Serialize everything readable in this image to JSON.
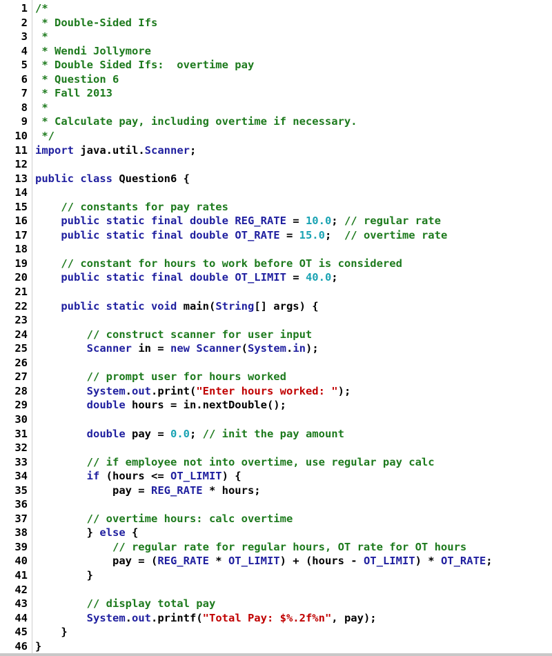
{
  "editor": {
    "language": "java",
    "colors": {
      "keyword": "#1f1f9f",
      "comment": "#1d7a1d",
      "string": "#c00000",
      "number": "#1aa3b3",
      "class": "#1f1f9f",
      "field": "#1f1f9f",
      "plain": "#000000"
    },
    "lines": [
      {
        "n": "1",
        "tokens": [
          [
            "cm",
            "/*"
          ]
        ]
      },
      {
        "n": "2",
        "tokens": [
          [
            "cm",
            " * Double-Sided Ifs"
          ]
        ]
      },
      {
        "n": "3",
        "tokens": [
          [
            "cm",
            " *"
          ]
        ]
      },
      {
        "n": "4",
        "tokens": [
          [
            "cm",
            " * Wendi Jollymore"
          ]
        ]
      },
      {
        "n": "5",
        "tokens": [
          [
            "cm",
            " * Double Sided Ifs:  overtime pay"
          ]
        ]
      },
      {
        "n": "6",
        "tokens": [
          [
            "cm",
            " * Question 6"
          ]
        ]
      },
      {
        "n": "7",
        "tokens": [
          [
            "cm",
            " * Fall 2013"
          ]
        ]
      },
      {
        "n": "8",
        "tokens": [
          [
            "cm",
            " *"
          ]
        ]
      },
      {
        "n": "9",
        "tokens": [
          [
            "cm",
            " * Calculate pay, including overtime if necessary."
          ]
        ]
      },
      {
        "n": "10",
        "tokens": [
          [
            "cm",
            " */"
          ]
        ]
      },
      {
        "n": "11",
        "tokens": [
          [
            "kw",
            "import"
          ],
          [
            "id",
            " java.util."
          ],
          [
            "cls",
            "Scanner"
          ],
          [
            "id",
            ";"
          ]
        ]
      },
      {
        "n": "12",
        "tokens": []
      },
      {
        "n": "13",
        "tokens": [
          [
            "kw",
            "public class"
          ],
          [
            "id",
            " Question6 {"
          ]
        ]
      },
      {
        "n": "14",
        "tokens": []
      },
      {
        "n": "15",
        "tokens": [
          [
            "id",
            "    "
          ],
          [
            "cm",
            "// constants for pay rates"
          ]
        ]
      },
      {
        "n": "16",
        "tokens": [
          [
            "id",
            "    "
          ],
          [
            "kw",
            "public static final double"
          ],
          [
            "id",
            " "
          ],
          [
            "fld",
            "REG_RATE"
          ],
          [
            "id",
            " = "
          ],
          [
            "num",
            "10.0"
          ],
          [
            "id",
            "; "
          ],
          [
            "cm",
            "// regular rate"
          ]
        ]
      },
      {
        "n": "17",
        "tokens": [
          [
            "id",
            "    "
          ],
          [
            "kw",
            "public static final double"
          ],
          [
            "id",
            " "
          ],
          [
            "fld",
            "OT_RATE"
          ],
          [
            "id",
            " = "
          ],
          [
            "num",
            "15.0"
          ],
          [
            "id",
            ";  "
          ],
          [
            "cm",
            "// overtime rate"
          ]
        ]
      },
      {
        "n": "18",
        "tokens": []
      },
      {
        "n": "19",
        "tokens": [
          [
            "id",
            "    "
          ],
          [
            "cm",
            "// constant for hours to work before OT is considered"
          ]
        ]
      },
      {
        "n": "20",
        "tokens": [
          [
            "id",
            "    "
          ],
          [
            "kw",
            "public static final double"
          ],
          [
            "id",
            " "
          ],
          [
            "fld",
            "OT_LIMIT"
          ],
          [
            "id",
            " = "
          ],
          [
            "num",
            "40.0"
          ],
          [
            "id",
            ";"
          ]
        ]
      },
      {
        "n": "21",
        "tokens": []
      },
      {
        "n": "22",
        "tokens": [
          [
            "id",
            "    "
          ],
          [
            "kw",
            "public static void"
          ],
          [
            "id",
            " main("
          ],
          [
            "cls",
            "String"
          ],
          [
            "id",
            "[] args) {"
          ]
        ]
      },
      {
        "n": "23",
        "tokens": []
      },
      {
        "n": "24",
        "tokens": [
          [
            "id",
            "        "
          ],
          [
            "cm",
            "// construct scanner for user input"
          ]
        ]
      },
      {
        "n": "25",
        "tokens": [
          [
            "id",
            "        "
          ],
          [
            "cls",
            "Scanner"
          ],
          [
            "id",
            " in = "
          ],
          [
            "kw",
            "new"
          ],
          [
            "id",
            " "
          ],
          [
            "cls",
            "Scanner"
          ],
          [
            "id",
            "("
          ],
          [
            "cls",
            "System"
          ],
          [
            "id",
            "."
          ],
          [
            "fld",
            "in"
          ],
          [
            "id",
            ");"
          ]
        ]
      },
      {
        "n": "26",
        "tokens": []
      },
      {
        "n": "27",
        "tokens": [
          [
            "id",
            "        "
          ],
          [
            "cm",
            "// prompt user for hours worked"
          ]
        ]
      },
      {
        "n": "28",
        "tokens": [
          [
            "id",
            "        "
          ],
          [
            "cls",
            "System"
          ],
          [
            "id",
            "."
          ],
          [
            "fld",
            "out"
          ],
          [
            "id",
            ".print("
          ],
          [
            "str",
            "\"Enter hours worked: \""
          ],
          [
            "id",
            ");"
          ]
        ]
      },
      {
        "n": "29",
        "tokens": [
          [
            "id",
            "        "
          ],
          [
            "kw",
            "double"
          ],
          [
            "id",
            " hours = in.nextDouble();"
          ]
        ]
      },
      {
        "n": "30",
        "tokens": []
      },
      {
        "n": "31",
        "tokens": [
          [
            "id",
            "        "
          ],
          [
            "kw",
            "double"
          ],
          [
            "id",
            " pay = "
          ],
          [
            "num",
            "0.0"
          ],
          [
            "id",
            "; "
          ],
          [
            "cm",
            "// init the pay amount"
          ]
        ]
      },
      {
        "n": "32",
        "tokens": []
      },
      {
        "n": "33",
        "tokens": [
          [
            "id",
            "        "
          ],
          [
            "cm",
            "// if employee not into overtime, use regular pay calc"
          ]
        ]
      },
      {
        "n": "34",
        "tokens": [
          [
            "id",
            "        "
          ],
          [
            "kw",
            "if"
          ],
          [
            "id",
            " (hours <= "
          ],
          [
            "fld",
            "OT_LIMIT"
          ],
          [
            "id",
            ") {"
          ]
        ]
      },
      {
        "n": "35",
        "tokens": [
          [
            "id",
            "            pay = "
          ],
          [
            "fld",
            "REG_RATE"
          ],
          [
            "id",
            " * hours;"
          ]
        ]
      },
      {
        "n": "36",
        "tokens": []
      },
      {
        "n": "37",
        "tokens": [
          [
            "id",
            "        "
          ],
          [
            "cm",
            "// overtime hours: calc overtime"
          ]
        ]
      },
      {
        "n": "38",
        "tokens": [
          [
            "id",
            "        } "
          ],
          [
            "kw",
            "else"
          ],
          [
            "id",
            " {"
          ]
        ]
      },
      {
        "n": "39",
        "tokens": [
          [
            "id",
            "            "
          ],
          [
            "cm",
            "// regular rate for regular hours, OT rate for OT hours"
          ]
        ]
      },
      {
        "n": "40",
        "tokens": [
          [
            "id",
            "            pay = ("
          ],
          [
            "fld",
            "REG_RATE"
          ],
          [
            "id",
            " * "
          ],
          [
            "fld",
            "OT_LIMIT"
          ],
          [
            "id",
            ") + (hours - "
          ],
          [
            "fld",
            "OT_LIMIT"
          ],
          [
            "id",
            ") * "
          ],
          [
            "fld",
            "OT_RATE"
          ],
          [
            "id",
            ";"
          ]
        ]
      },
      {
        "n": "41",
        "tokens": [
          [
            "id",
            "        }"
          ]
        ]
      },
      {
        "n": "42",
        "tokens": []
      },
      {
        "n": "43",
        "tokens": [
          [
            "id",
            "        "
          ],
          [
            "cm",
            "// display total pay"
          ]
        ]
      },
      {
        "n": "44",
        "tokens": [
          [
            "id",
            "        "
          ],
          [
            "cls",
            "System"
          ],
          [
            "id",
            "."
          ],
          [
            "fld",
            "out"
          ],
          [
            "id",
            ".printf("
          ],
          [
            "str",
            "\"Total Pay: $%.2f%n\""
          ],
          [
            "id",
            ", pay);"
          ]
        ]
      },
      {
        "n": "45",
        "tokens": [
          [
            "id",
            "    }"
          ]
        ]
      },
      {
        "n": "46",
        "tokens": [
          [
            "id",
            "}"
          ]
        ]
      }
    ]
  }
}
